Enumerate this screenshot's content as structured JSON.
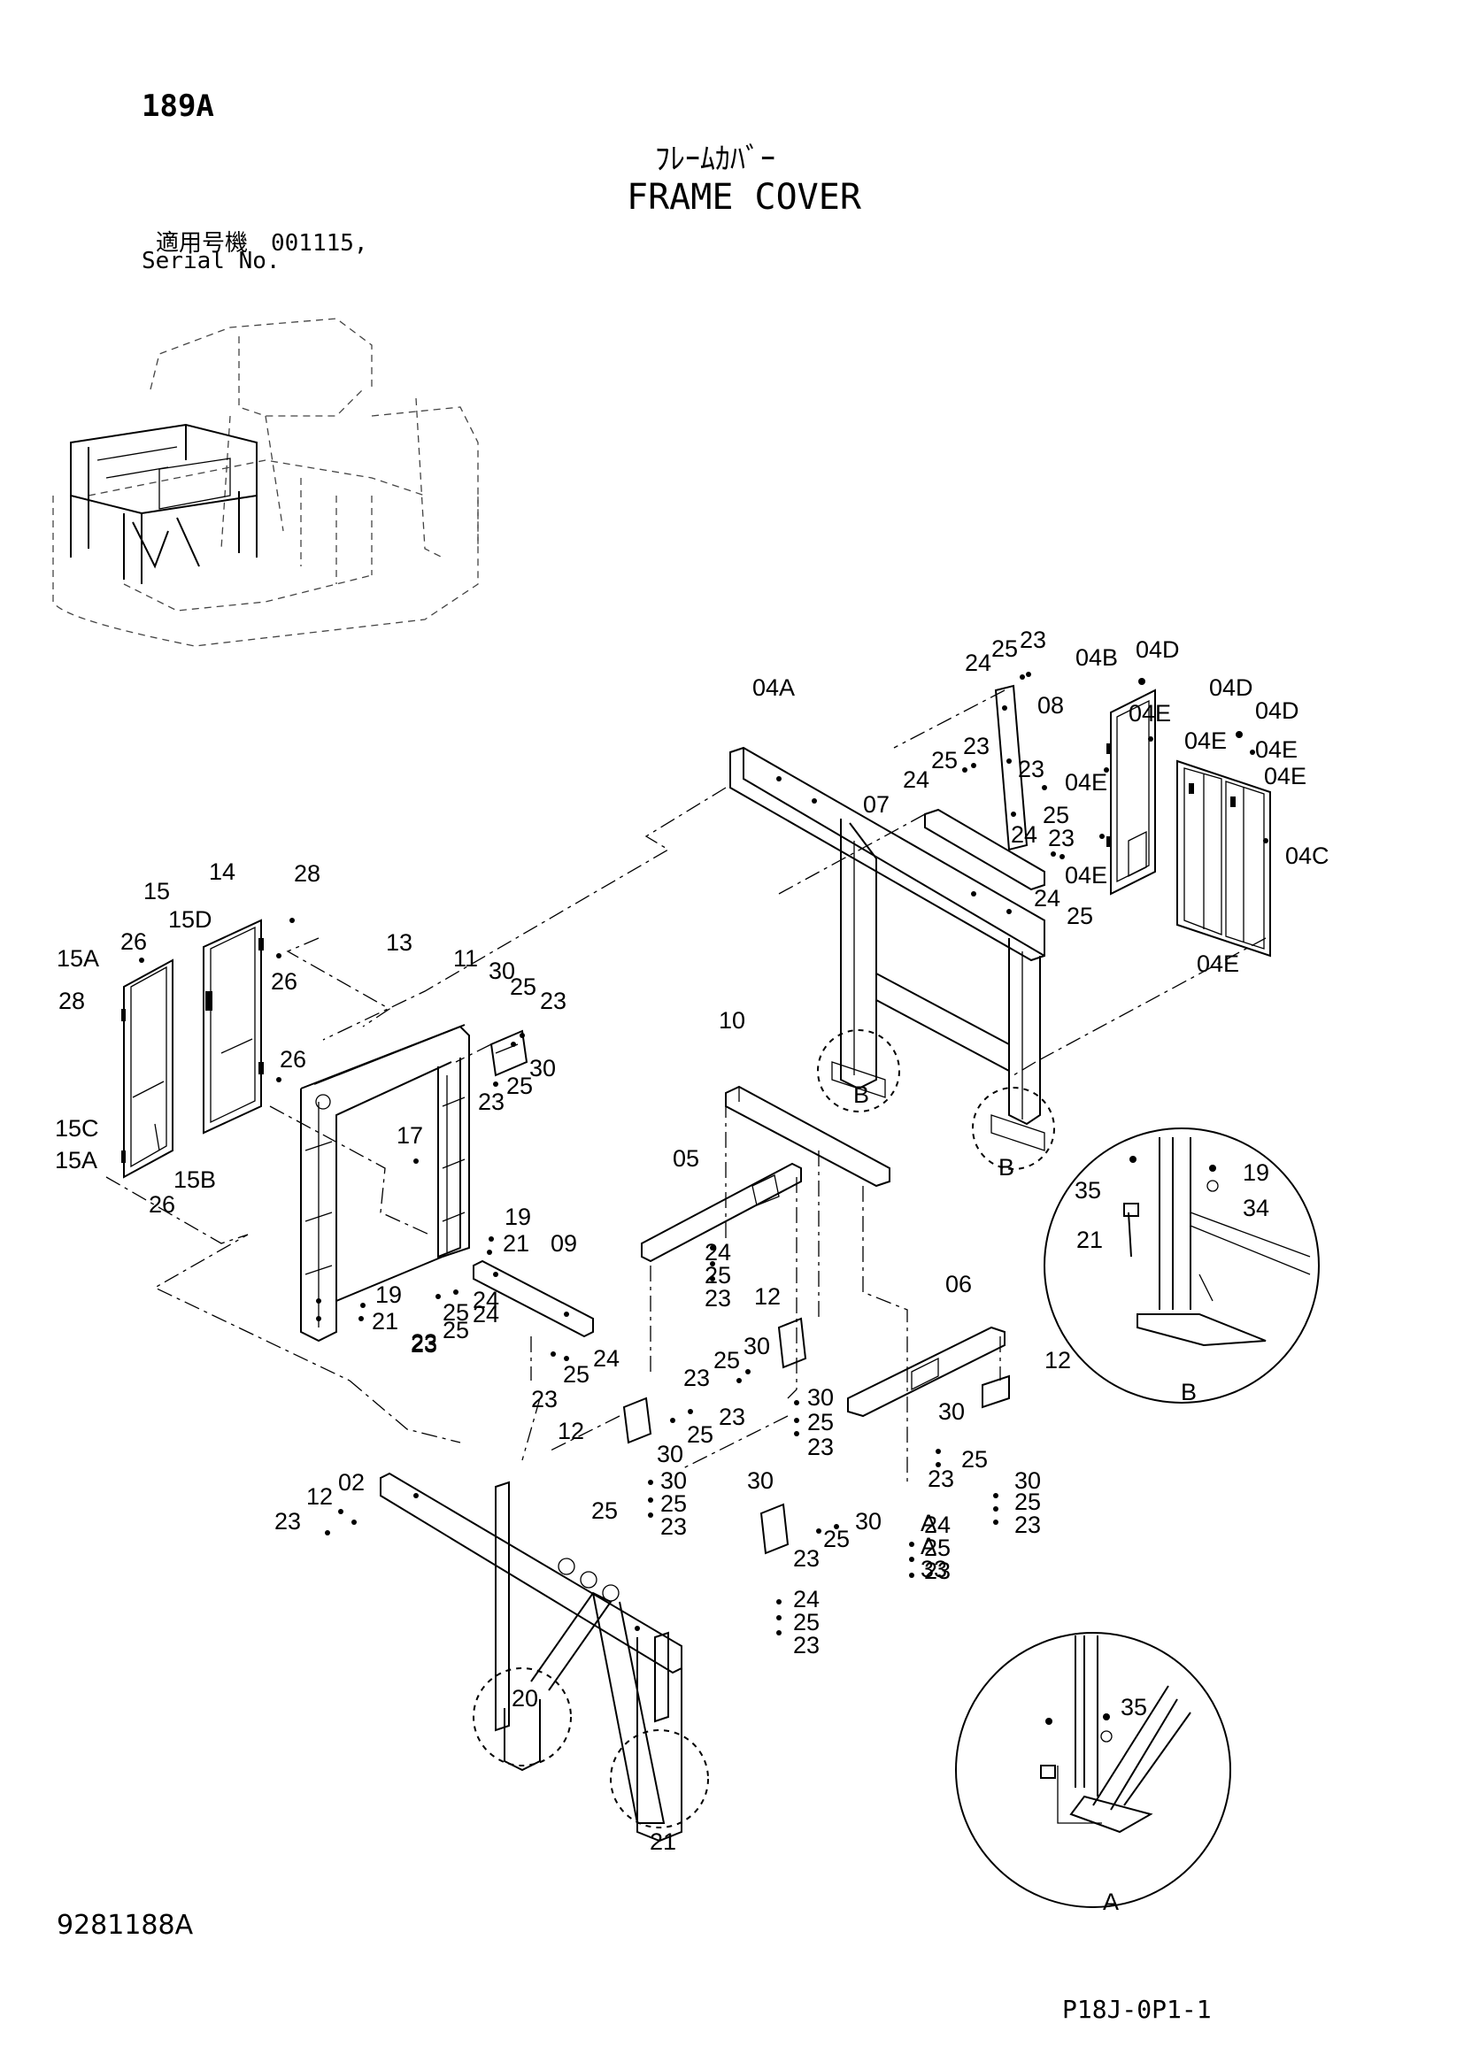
{
  "header": {
    "page_number": "189A",
    "title_jp": "ﾌﾚｰﾑｶﾊﾞｰ",
    "title_en": "FRAME COVER",
    "applicability_jp": "適用号機　001115,",
    "applicability_en": "Serial No."
  },
  "footer": {
    "drawing_no": "9281188A",
    "page_ref": "P18J-0P1-1"
  },
  "detail_views": {
    "A": "A",
    "B": "B"
  },
  "callouts": [
    "24",
    "25",
    "23",
    "08",
    "04B",
    "04D",
    "04E",
    "04D",
    "04D",
    "04E",
    "04E",
    "04E",
    "04A",
    "23",
    "25",
    "24",
    "23",
    "07",
    "04E",
    "25",
    "24",
    "23",
    "04E",
    "24",
    "25",
    "04C",
    "04E",
    "15",
    "14",
    "28",
    "26",
    "15D",
    "15A",
    "28",
    "13",
    "26",
    "11",
    "30",
    "25",
    "23",
    "30",
    "25",
    "23",
    "26",
    "15C",
    "15A",
    "15B",
    "26",
    "17",
    "10",
    "B",
    "B",
    "05",
    "19",
    "21",
    "09",
    "24",
    "25",
    "23",
    "19",
    "21",
    "23",
    "25",
    "24",
    "24",
    "25",
    "23",
    "12",
    "30",
    "25",
    "23",
    "24",
    "25",
    "23",
    "12",
    "23",
    "25",
    "30",
    "30",
    "25",
    "23",
    "06",
    "12",
    "30",
    "25",
    "23",
    "30",
    "25",
    "23",
    "30",
    "25",
    "23",
    "24",
    "25",
    "23",
    "02",
    "12",
    "23",
    "25",
    "30",
    "30",
    "25",
    "23",
    "24",
    "25",
    "23",
    "A",
    "A",
    "33",
    "20",
    "21",
    "35",
    "19",
    "34",
    "21",
    "35"
  ]
}
